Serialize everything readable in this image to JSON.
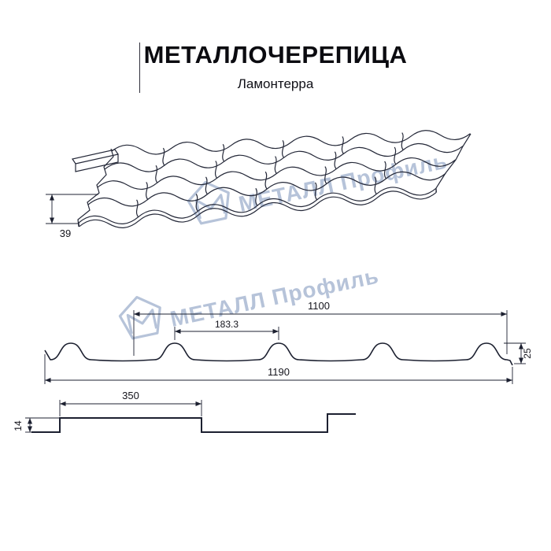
{
  "header": {
    "title": "МЕТАЛЛОЧЕРЕПИЦА",
    "subtitle": "Ламонтерра"
  },
  "watermark": {
    "text": "МЕТАЛЛ Профиль"
  },
  "dims": {
    "persp_height": "39",
    "top_width": "1100",
    "wave_pitch": "183.3",
    "profile_height": "25",
    "full_width": "1190",
    "step_length": "350",
    "step_height": "14"
  },
  "colors": {
    "line": "#1c2030",
    "watermark": "#b6c3d9",
    "background": "#ffffff"
  }
}
